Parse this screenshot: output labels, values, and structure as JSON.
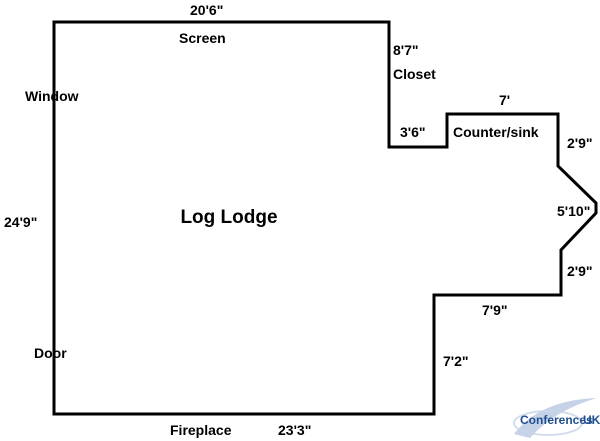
{
  "room": {
    "title": "Log Lodge"
  },
  "labels": {
    "top_width": "20'6\"",
    "screen": "Screen",
    "closet_depth": "8'7\"",
    "closet": "Closet",
    "closet_step": "3'6\"",
    "counter_width": "7'",
    "counter": "Counter/sink",
    "right_upper": "2'9\"",
    "right_bay": "5'10\"",
    "right_lower": "2'9\"",
    "lower_step": "7'9\"",
    "lower_right": "7'2\"",
    "window": "Window",
    "left_height": "24'9\"",
    "door": "Door",
    "fireplace": "Fireplace",
    "bottom_width": "23'3\""
  },
  "logo": {
    "text_part1": "Conferences",
    "text_part2": "UK",
    "color_swoosh": "#b8c7e0",
    "color_text": "#1f4f8f"
  },
  "colors": {
    "wall": "#000000",
    "background": "#ffffff"
  }
}
